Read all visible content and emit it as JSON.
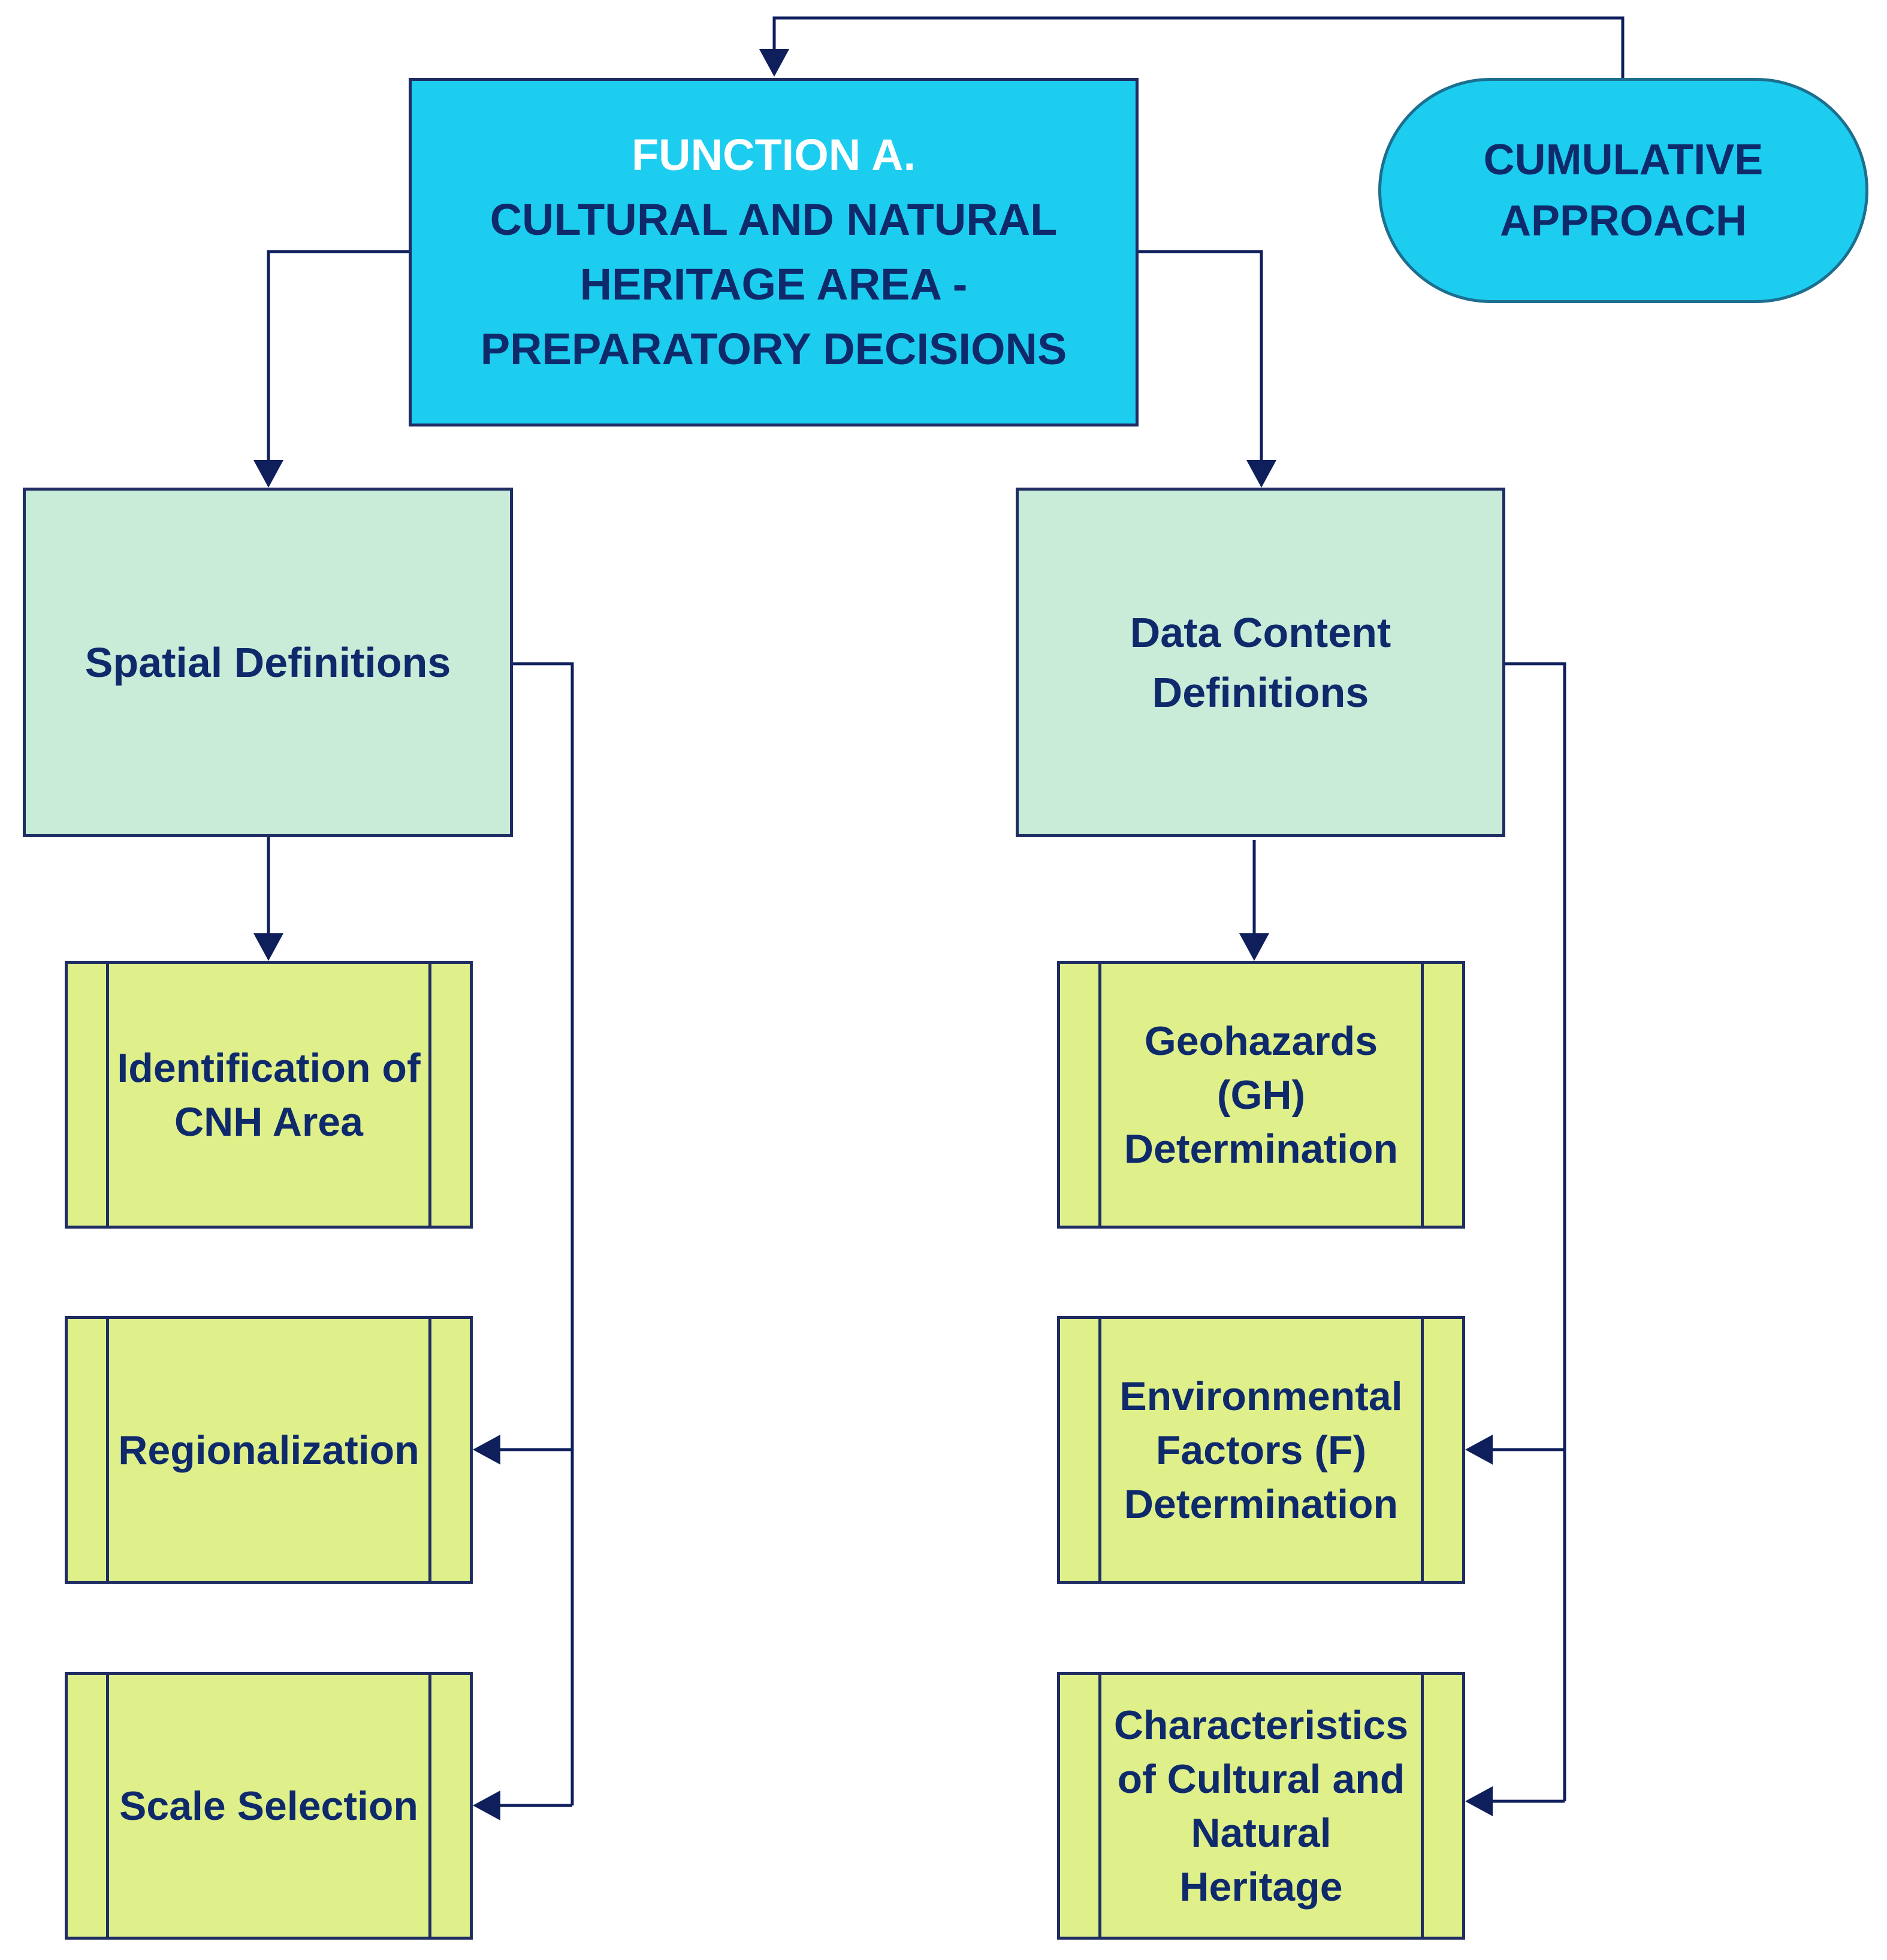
{
  "diagram": {
    "main_box": {
      "lines": [
        "FUNCTION A.",
        "CULTURAL AND NATURAL",
        "HERITAGE AREA -",
        "PREPARATORY DECISIONS"
      ]
    },
    "cumulative": {
      "lines": [
        "CUMULATIVE",
        "APPROACH"
      ]
    },
    "spatial": {
      "lines": [
        "Spatial Definitions"
      ]
    },
    "data_content": {
      "lines": [
        "Data Content",
        "Definitions"
      ]
    },
    "identification": {
      "lines": [
        "Identification of",
        "CNH Area"
      ]
    },
    "regionalization": {
      "lines": [
        "Regionalization"
      ]
    },
    "scale": {
      "lines": [
        "Scale Selection"
      ]
    },
    "geohazards": {
      "lines": [
        "Geohazards",
        "(GH)",
        "Determination"
      ]
    },
    "environmental": {
      "lines": [
        "Environmental",
        "Factors (F)",
        "Determination"
      ]
    },
    "characteristics": {
      "lines": [
        "Characteristics",
        "of Cultural and",
        "Natural",
        "Heritage"
      ]
    }
  }
}
